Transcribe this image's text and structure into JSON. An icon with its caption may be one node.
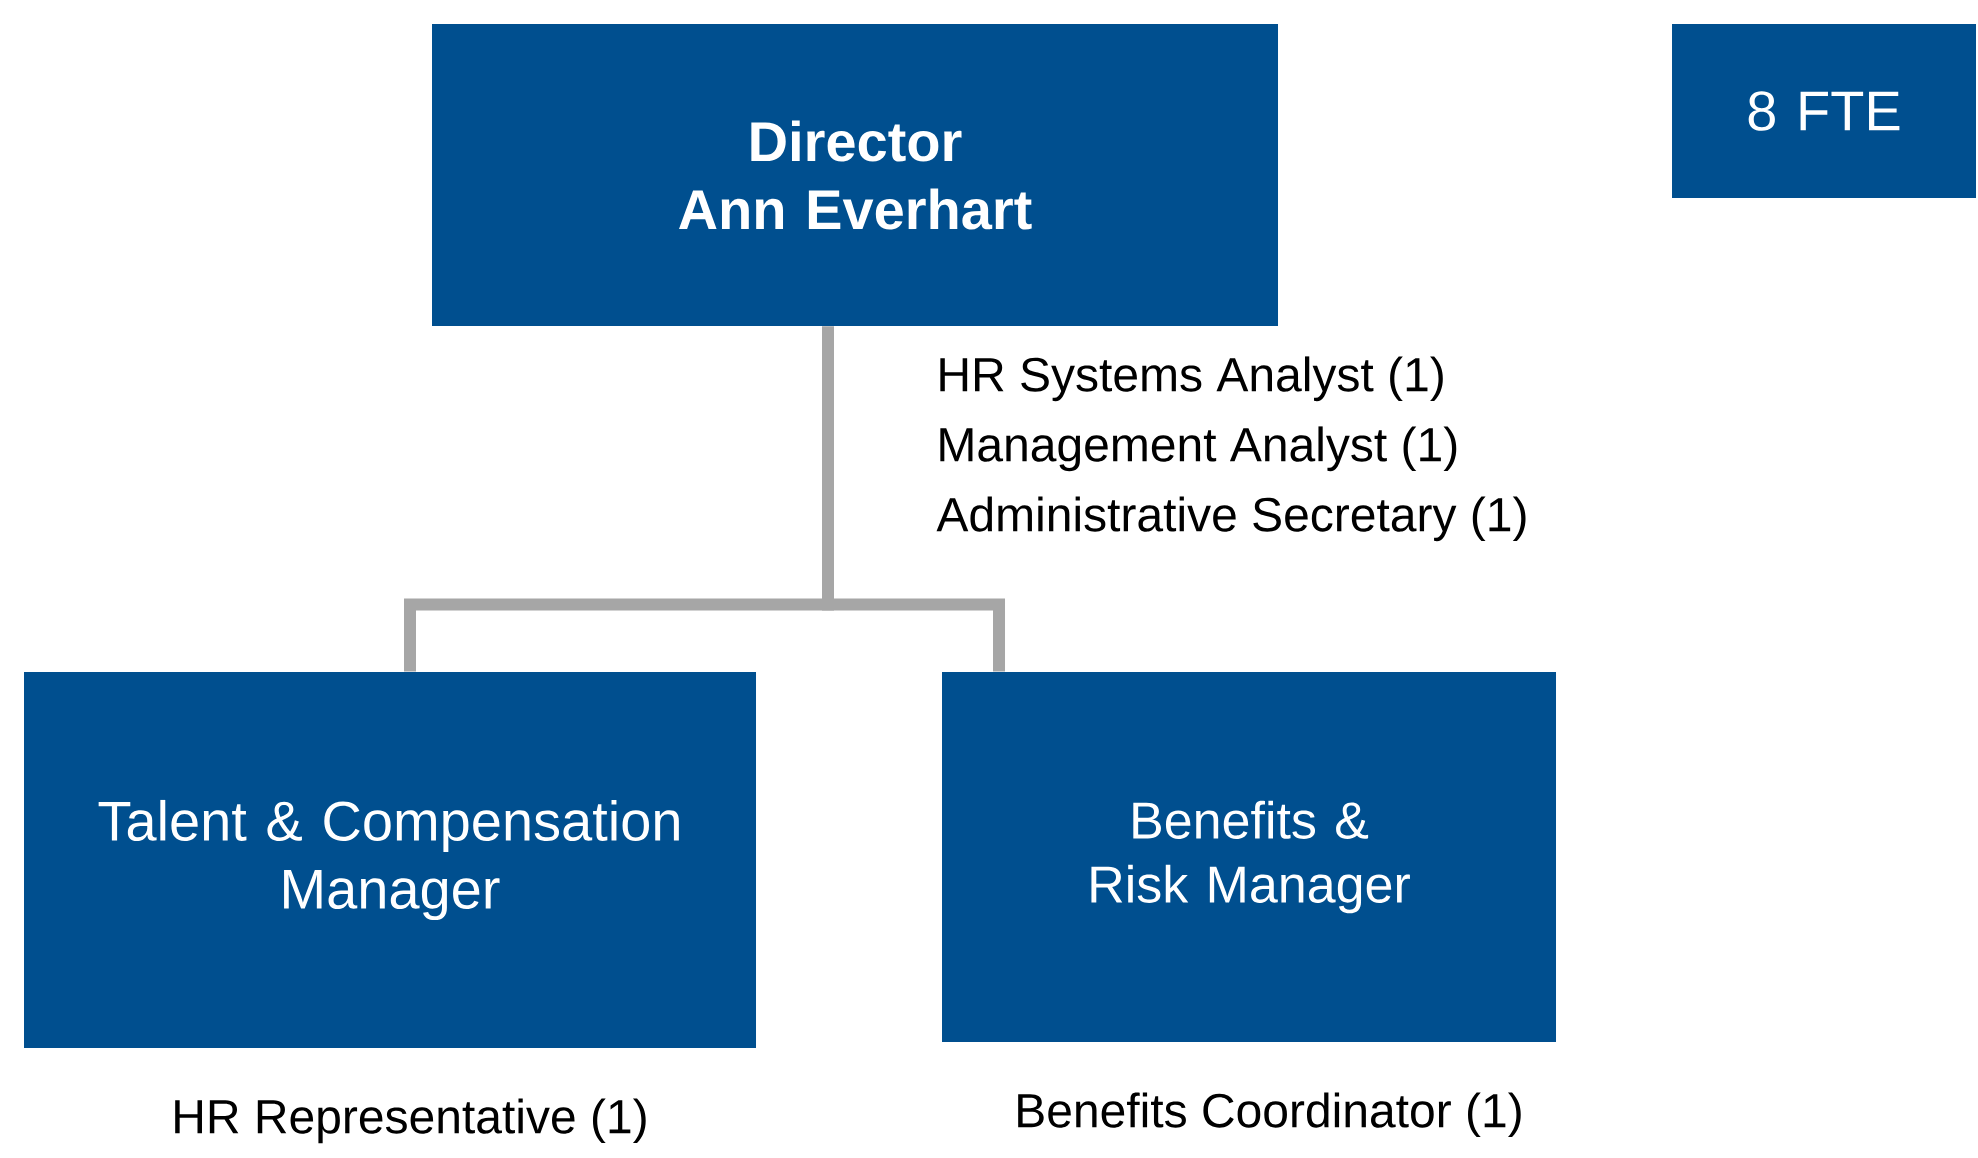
{
  "diagram": {
    "nodes": [
      {
        "text": [
          "Director",
          "Ann Everhart"
        ]
      },
      {
        "text": [
          "8 FTE"
        ]
      },
      {
        "text": [
          "Talent & Compensation Manager"
        ],
        "beside": [
          "HR Representative (1)"
        ]
      },
      {
        "text": [
          "Benefits & Risk Manager"
        ],
        "beside": [
          "Benefits Coordinator (1)"
        ]
      }
    ],
    "edges": [
      {
        "from": 0,
        "to": 2,
        "arrow": "none"
      },
      {
        "from": 0,
        "to": 3,
        "arrow": "none"
      }
    ],
    "labels": [
      "HR Systems Analyst (1)",
      "Management Analyst (1)",
      "Administrative Secretary (1)"
    ]
  }
}
